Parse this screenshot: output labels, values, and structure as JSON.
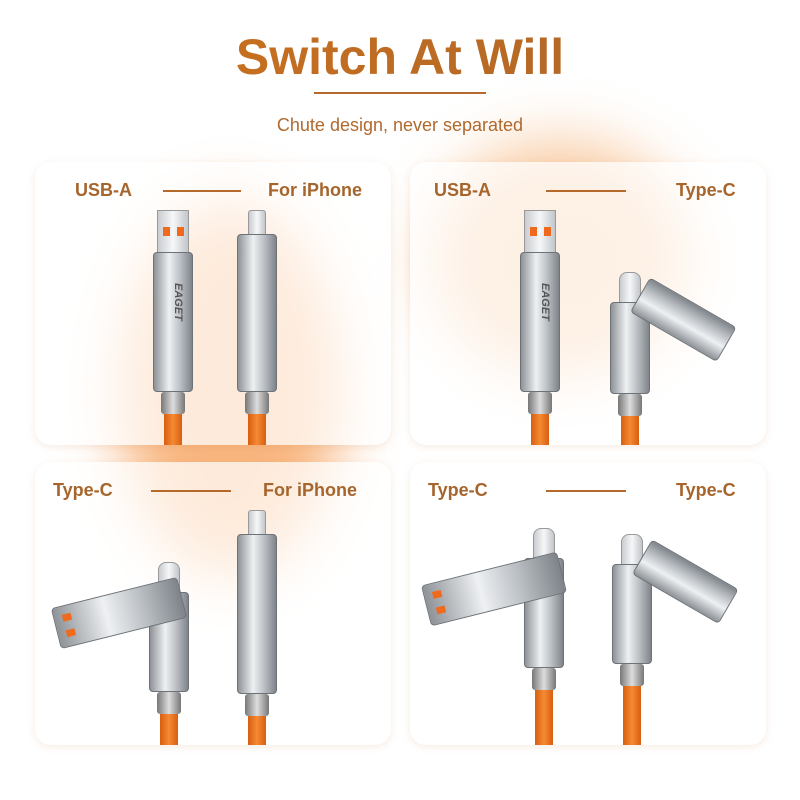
{
  "header": {
    "title": "Switch At Will",
    "subtitle": "Chute design, never separated"
  },
  "panels": [
    {
      "left": "USB-A",
      "right": "For iPhone"
    },
    {
      "left": "USB-A",
      "right": "Type-C"
    },
    {
      "left": "Type-C",
      "right": "For iPhone"
    },
    {
      "left": "Type-C",
      "right": "Type-C"
    }
  ],
  "brand": "EAGET",
  "colors": {
    "accent": "#c16d24",
    "cable": "#f07f2a"
  }
}
